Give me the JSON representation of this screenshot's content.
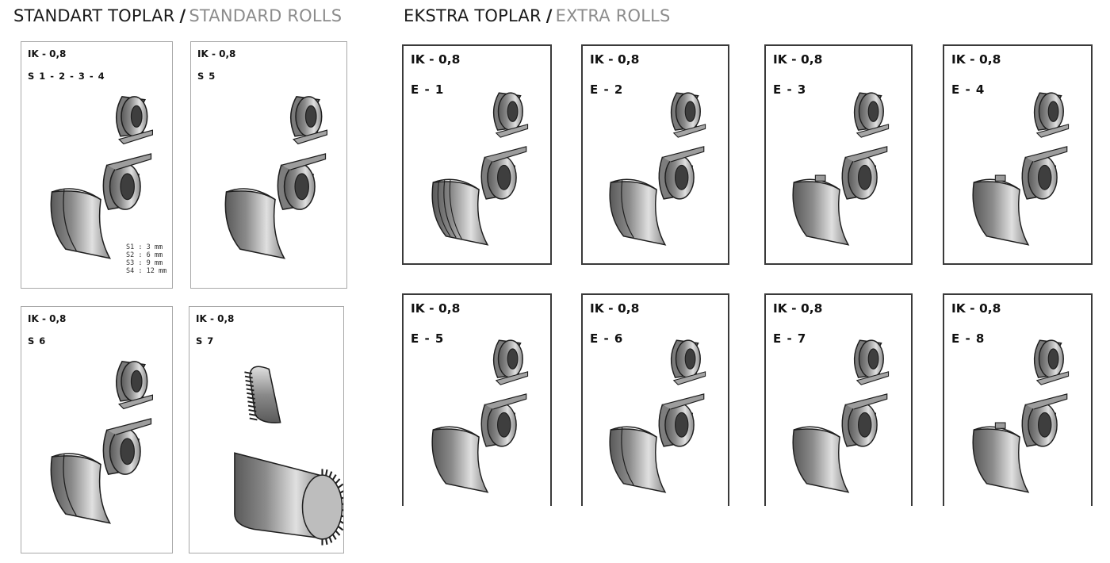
{
  "standard_heading": {
    "tr": "STANDART TOPLAR",
    "separator": "/",
    "en": "STANDARD ROLLS"
  },
  "extra_heading": {
    "tr": "EKSTRA TOPLAR",
    "separator": "/",
    "en": "EXTRA ROLLS"
  },
  "standard_rolls": [
    {
      "title": "IK - 0,8",
      "code": "S 1 - 2 - 3 - 4",
      "style": "split"
    },
    {
      "title": "IK - 0,8",
      "code": "S 5",
      "style": "plain"
    },
    {
      "title": "IK - 0,8",
      "code": "S 6",
      "style": "split"
    },
    {
      "title": "IK - 0,8",
      "code": "S 7",
      "style": "gear"
    }
  ],
  "s1_spec": [
    {
      "label": "S1 :",
      "value": "3 mm"
    },
    {
      "label": "S2 :",
      "value": "6 mm"
    },
    {
      "label": "S3 :",
      "value": "9 mm"
    },
    {
      "label": "S4 :",
      "value": "12 mm"
    }
  ],
  "extra_rolls": [
    {
      "title": "IK - 0,8",
      "code": "E - 1",
      "style": "multi"
    },
    {
      "title": "IK - 0,8",
      "code": "E - 2",
      "style": "ridge"
    },
    {
      "title": "IK - 0,8",
      "code": "E - 3",
      "style": "notch"
    },
    {
      "title": "IK - 0,8",
      "code": "E - 4",
      "style": "step"
    },
    {
      "title": "IK - 0,8",
      "code": "E - 5",
      "style": "small"
    },
    {
      "title": "IK - 0,8",
      "code": "E - 6",
      "style": "ridge"
    },
    {
      "title": "IK - 0,8",
      "code": "E - 7",
      "style": "plain"
    },
    {
      "title": "IK - 0,8",
      "code": "E - 8",
      "style": "step"
    }
  ],
  "colors": {
    "steel_dark": "#5a5a5a",
    "steel_mid": "#8a8a8a",
    "steel_light": "#e0e0e0",
    "outline": "#1e1e1e"
  }
}
